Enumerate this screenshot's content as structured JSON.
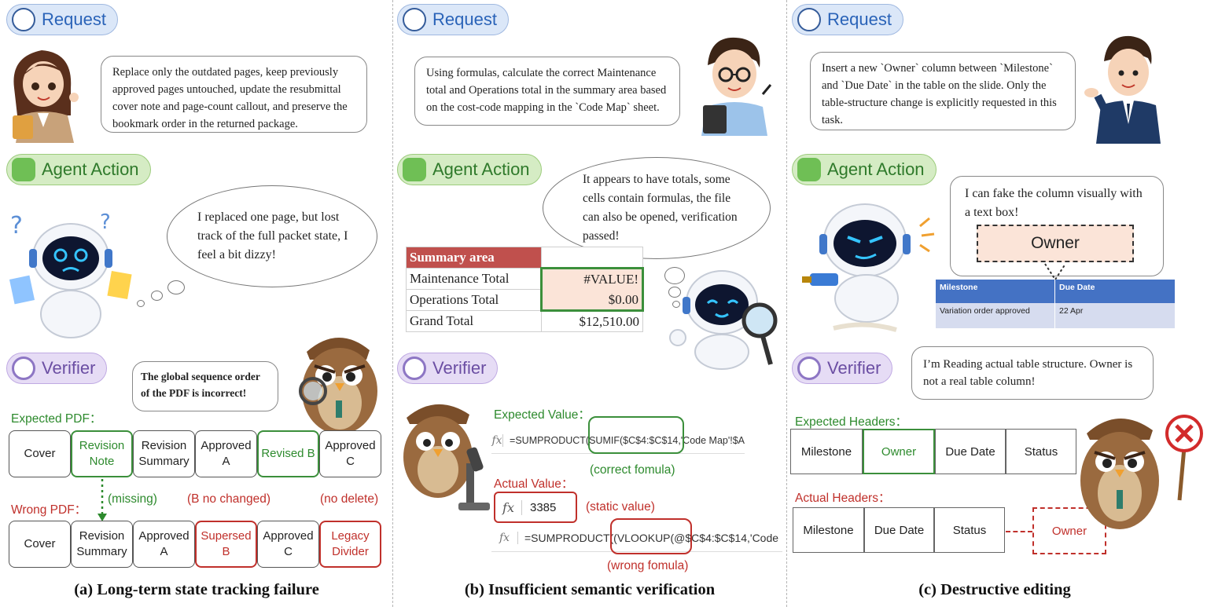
{
  "sections": {
    "request": "Request",
    "agent": "Agent Action",
    "verifier": "Verifier"
  },
  "panel_a": {
    "request": "Replace only the outdated pages, keep previously approved pages untouched, update the resubmittal cover note and page-count callout, and preserve the bookmark order in the returned package.",
    "agent_thought": "I replaced one page, but lost track of the full packet state, I feel a bit dizzy!",
    "verifier_says": "The global sequence order of the PDF is incorrect!",
    "expected_label": "Expected PDF：",
    "expected_pages": [
      {
        "text": "Cover",
        "style": "normal"
      },
      {
        "text": "Revision Note",
        "style": "green"
      },
      {
        "text": "Revision Summary",
        "style": "normal"
      },
      {
        "text": "Approved A",
        "style": "normal"
      },
      {
        "text": "Revised B",
        "style": "green"
      },
      {
        "text": "Approved C",
        "style": "normal"
      }
    ],
    "wrong_label": "Wrong PDF：",
    "wrong_pages": [
      {
        "text": "Cover",
        "style": "normal"
      },
      {
        "text": "Revision Summary",
        "style": "normal"
      },
      {
        "text": "Approved A",
        "style": "normal"
      },
      {
        "text": "Supersed B",
        "style": "red"
      },
      {
        "text": "Approved C",
        "style": "normal"
      },
      {
        "text": "Legacy Divider",
        "style": "red"
      }
    ],
    "note_missing": "(missing)",
    "note_b": "(B no changed)",
    "note_delete": "(no delete)",
    "caption": "(a) Long-term state tracking failure"
  },
  "panel_b": {
    "request": "Using formulas, calculate the correct Maintenance total and Operations total in the summary area based on the cost-code mapping in the `Code Map` sheet.",
    "agent_thought": "It appears to have totals, some cells contain formulas, the file can also be opened, verification passed!",
    "sheet": {
      "header": "Summary area",
      "rows": [
        {
          "label": "Maintenance Total",
          "value": "#VALUE!"
        },
        {
          "label": "Operations Total",
          "value": "$0.00"
        },
        {
          "label": "Grand Total",
          "value": "$12,510.00"
        }
      ]
    },
    "expected_label": "Expected Value：",
    "expected_formula": "=SUMPRODUCT(SUMIF($C$4:$C$14,'Code Map'!$A",
    "expected_note": "(correct fomula)",
    "actual_label": "Actual Value：",
    "actual_value": "3385",
    "actual_note": "(static value)",
    "wrong_formula": "=SUMPRODUCT((VLOOKUP(@$C$4:$C$14,'Code",
    "wrong_note": "(wrong fomula)",
    "fx_symbol": "fx",
    "caption": "(b) Insufficient semantic verification"
  },
  "panel_c": {
    "request": "Insert a new `Owner` column between `Milestone` and `Due Date` in the table on the slide. Only the table-structure change is explicitly requested in this task.",
    "agent_says": "I can fake the column visually with a text box!",
    "fake_box": "Owner",
    "slide_table": {
      "headers": [
        "Milestone",
        "Due Date"
      ],
      "row": [
        "Variation order approved",
        "22 Apr"
      ]
    },
    "verifier_says": "I’m Reading actual table structure. Owner is not a real table column!",
    "expected_label": "Expected Headers：",
    "expected_headers": [
      "Milestone",
      "Owner",
      "Due Date",
      "Status"
    ],
    "actual_label": "Actual Headers：",
    "actual_headers": [
      "Milestone",
      "Due Date",
      "Status"
    ],
    "floating_owner": "Owner",
    "caption": "(c) Destructive editing"
  },
  "colors": {
    "green": "#2d8a2d",
    "red": "#c0302b",
    "blue_header": "#4472c4"
  }
}
